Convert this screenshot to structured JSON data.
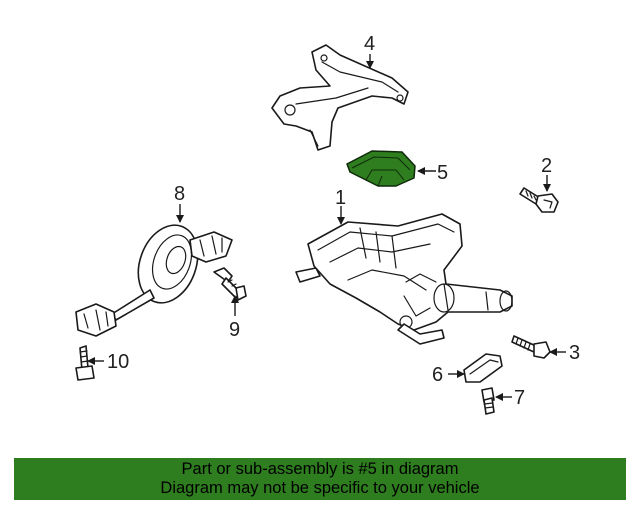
{
  "callouts": {
    "c1": "1",
    "c2": "2",
    "c3": "3",
    "c4": "4",
    "c5": "5",
    "c6": "6",
    "c7": "7",
    "c8": "8",
    "c9": "9",
    "c10": "10"
  },
  "highlight_color": "#2e7d1f",
  "banner": {
    "line1": "Part or sub-assembly is #5 in diagram",
    "line2": "Diagram may not be specific to your vehicle",
    "background": "#2e7d1f"
  }
}
